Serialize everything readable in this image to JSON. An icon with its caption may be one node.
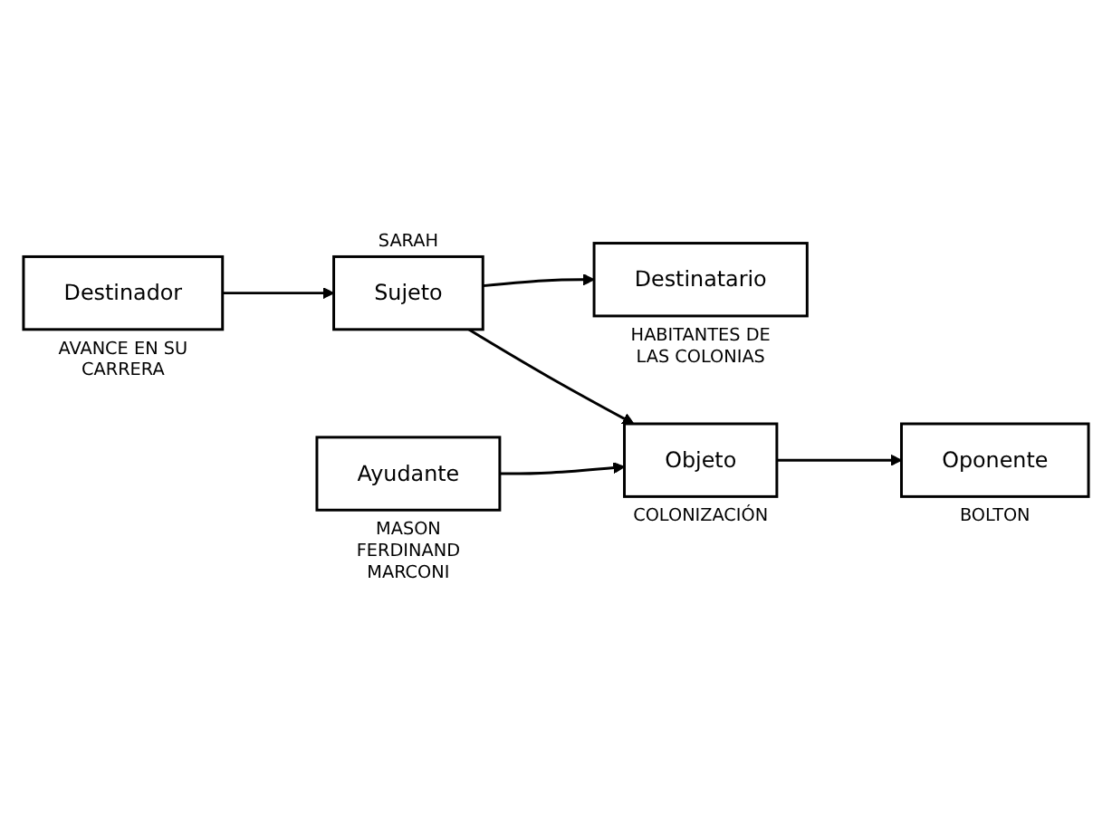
{
  "diagram": {
    "nodes": [
      {
        "text": [
          "Destinador"
        ],
        "beside": [
          "AVANCE EN SU CARRERA"
        ]
      },
      {
        "text": [
          "Sujeto"
        ],
        "beside": [
          "SARAH"
        ]
      },
      {
        "text": [
          "Destinatario"
        ],
        "beside": [
          "HABITANTES DE LAS COLONIAS"
        ]
      },
      {
        "text": [
          "Objeto"
        ],
        "beside": [
          "COLONIZACIÓN"
        ]
      },
      {
        "text": [
          "Ayudante"
        ],
        "beside": [
          "MASON FERDINAND MARCONI"
        ]
      },
      {
        "text": [
          "Oponente"
        ],
        "beside": [
          "BOLTON"
        ]
      }
    ],
    "edges": [
      {
        "from": 0,
        "to": 1,
        "arrow": "to"
      },
      {
        "from": 1,
        "to": 2,
        "arrow": "to"
      },
      {
        "from": 1,
        "to": 3,
        "arrow": "to"
      },
      {
        "from": 4,
        "to": 3,
        "arrow": "to"
      },
      {
        "from": 3,
        "to": 5,
        "arrow": "to"
      }
    ]
  }
}
